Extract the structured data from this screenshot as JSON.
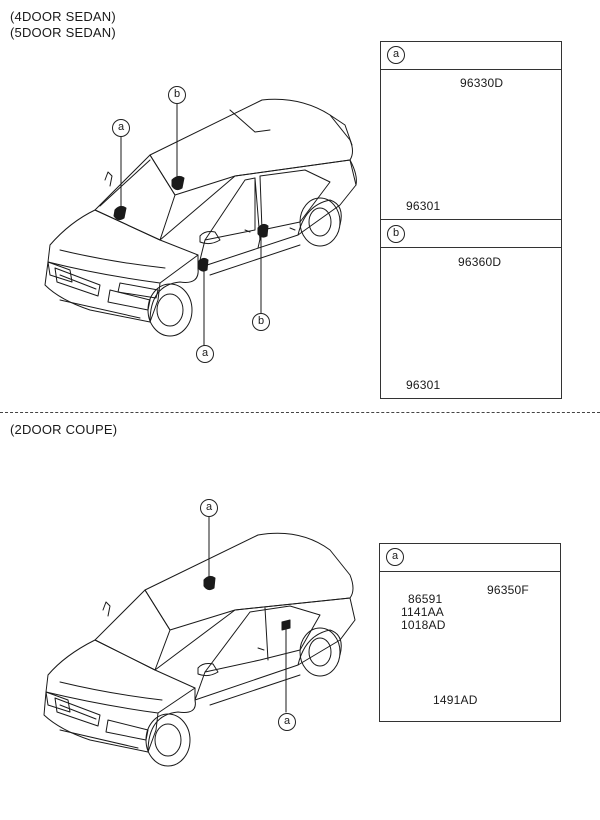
{
  "headers": {
    "sedan_line1": "(4DOOR SEDAN)",
    "sedan_line2": "(5DOOR SEDAN)",
    "coupe": "(2DOOR COUPE)"
  },
  "callouts": {
    "a": "a",
    "b": "b"
  },
  "panel_sedan_a": {
    "tag": "a",
    "speaker_part": "96330D",
    "screw_part": "96301"
  },
  "panel_sedan_b": {
    "tag": "b",
    "speaker_part": "96360D",
    "screw_part": "96301"
  },
  "panel_coupe_a": {
    "tag": "a",
    "speaker_part": "96350F",
    "left_parts": [
      "86591",
      "1141AA",
      "1018AD"
    ],
    "nut_part": "1491AD"
  }
}
